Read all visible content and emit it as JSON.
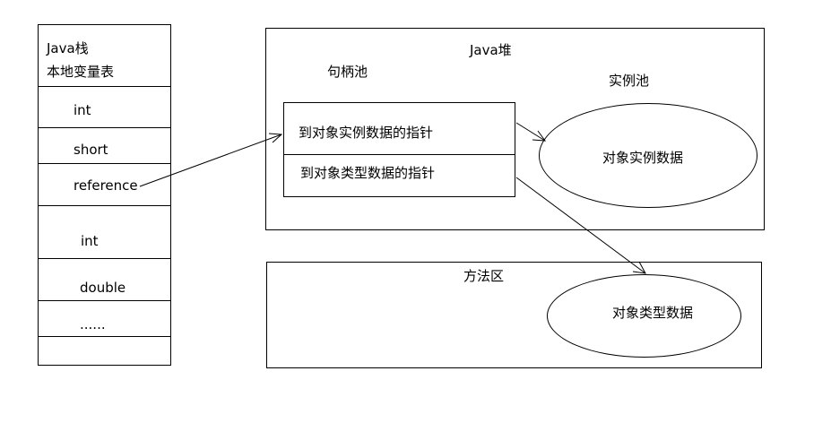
{
  "stack": {
    "title": "Java栈",
    "subtitle": "本地变量表",
    "slots": [
      "int",
      "short",
      "reference",
      "int",
      "double",
      "......"
    ]
  },
  "heap": {
    "title": "Java堆",
    "handle_pool": {
      "label": "句柄池",
      "rows": [
        "到对象实例数据的指针",
        "到对象类型数据的指针"
      ]
    },
    "instance_pool": {
      "label": "实例池",
      "content": "对象实例数据"
    }
  },
  "method_area": {
    "title": "方法区",
    "content": "对象类型数据"
  }
}
